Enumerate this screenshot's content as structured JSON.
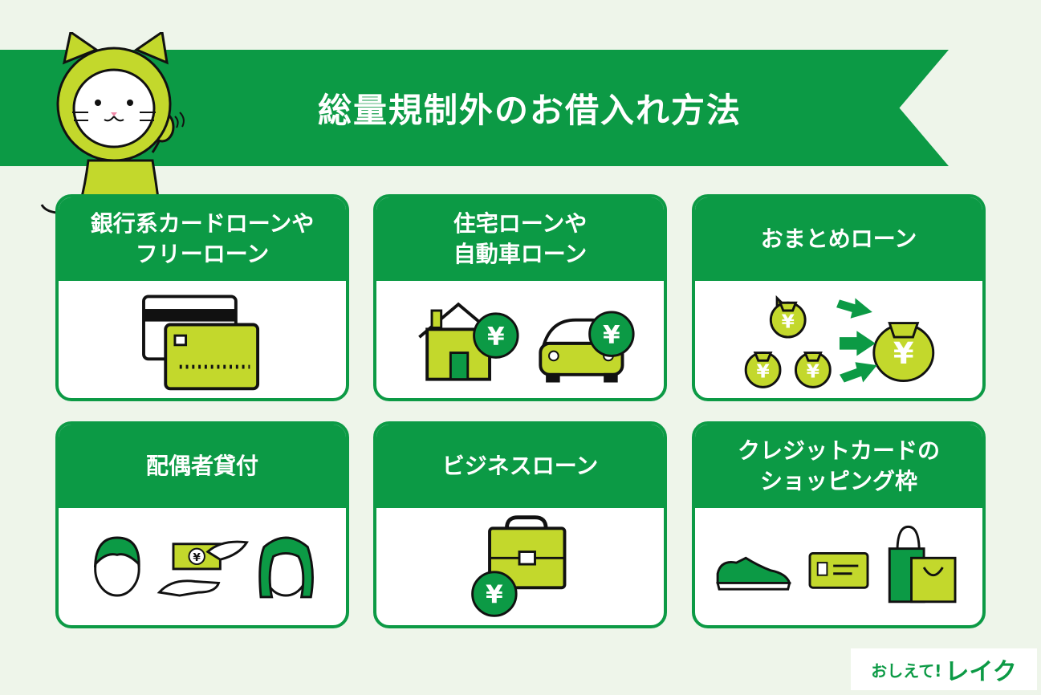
{
  "title": "総量規制外のお借入れ方法",
  "cards": [
    {
      "lines": [
        "銀行系カードローンや",
        "フリーローン"
      ],
      "icon": "credit-cards-icon"
    },
    {
      "lines": [
        "住宅ローンや",
        "自動車ローン"
      ],
      "icon": "house-car-yen-icon"
    },
    {
      "lines": [
        "おまとめローン"
      ],
      "icon": "money-bags-merge-icon"
    },
    {
      "lines": [
        "配偶者貸付"
      ],
      "icon": "spouse-money-hand-icon"
    },
    {
      "lines": [
        "ビジネスローン"
      ],
      "icon": "briefcase-yen-icon"
    },
    {
      "lines": [
        "クレジットカードの",
        "ショッピング枠"
      ],
      "icon": "shoes-card-bag-icon"
    }
  ],
  "yen_symbol": "¥",
  "logo": {
    "prefix": "おしえて!",
    "name": "レイク"
  },
  "colors": {
    "green": "#0c9a45",
    "lime": "#c3d82c",
    "background": "#eef5ea"
  }
}
